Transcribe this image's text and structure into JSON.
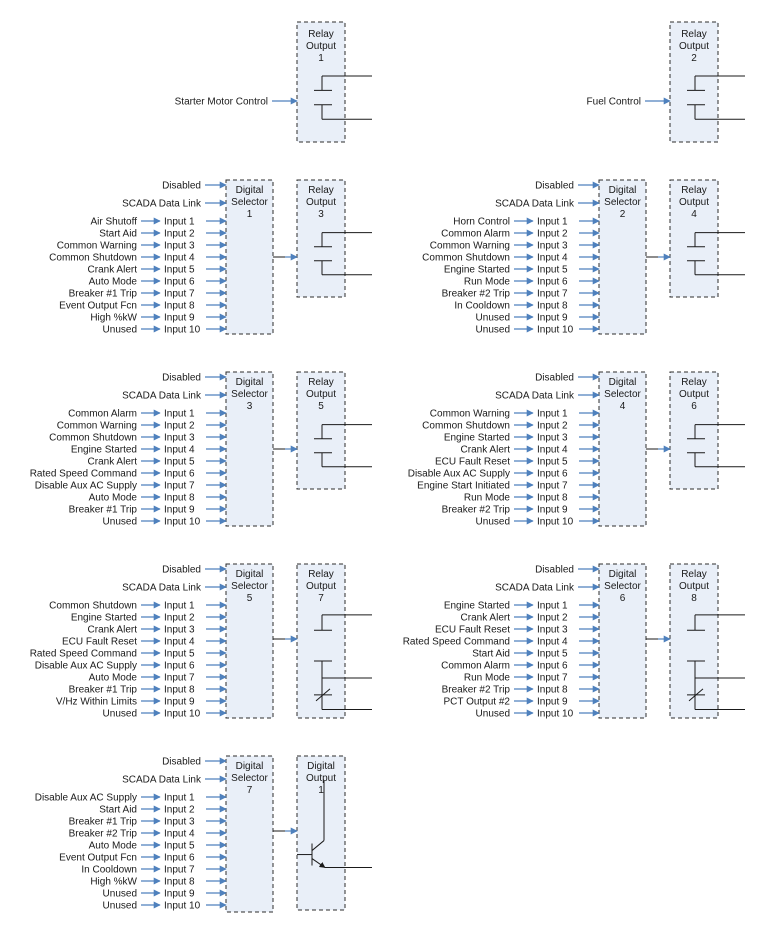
{
  "colors": {
    "arrow": "#4f81bd",
    "box_fill": "#e9eff8",
    "line": "#1a1a1a"
  },
  "relay_output_title": [
    "Relay",
    "Output"
  ],
  "digital_selector_title": [
    "Digital",
    "Selector"
  ],
  "digital_output_title": [
    "Digital",
    "Output"
  ],
  "disabled_label": "Disabled",
  "scada_label": "SCADA Data Link",
  "input_labels": [
    "Input 1",
    "Input 2",
    "Input 3",
    "Input 4",
    "Input 5",
    "Input 6",
    "Input 7",
    "Input 8",
    "Input 9",
    "Input 10"
  ],
  "direct_relays": [
    {
      "source": "Starter Motor Control",
      "relay_number": "1"
    },
    {
      "source": "Fuel Control",
      "relay_number": "2"
    }
  ],
  "selectors": [
    {
      "number": "1",
      "output": {
        "type": "relay",
        "number": "3",
        "contacts": "no"
      },
      "signals": [
        "Air Shutoff",
        "Start Aid",
        "Common Warning",
        "Common Shutdown",
        "Crank Alert",
        "Auto Mode",
        "Breaker #1 Trip",
        "Event Output Fcn",
        "High %kW",
        "Unused"
      ]
    },
    {
      "number": "2",
      "output": {
        "type": "relay",
        "number": "4",
        "contacts": "no"
      },
      "signals": [
        "Horn Control",
        "Common Alarm",
        "Common Warning",
        "Common Shutdown",
        "Engine Started",
        "Run Mode",
        "Breaker #2 Trip",
        "In Cooldown",
        "Unused",
        "Unused"
      ]
    },
    {
      "number": "3",
      "output": {
        "type": "relay",
        "number": "5",
        "contacts": "no"
      },
      "signals": [
        "Common Alarm",
        "Common Warning",
        "Common Shutdown",
        "Engine Started",
        "Crank Alert",
        "Rated Speed Command",
        "Disable Aux AC Supply",
        "Auto Mode",
        "Breaker #1 Trip",
        "Unused"
      ]
    },
    {
      "number": "4",
      "output": {
        "type": "relay",
        "number": "6",
        "contacts": "no"
      },
      "signals": [
        "Common Warning",
        "Common Shutdown",
        "Engine Started",
        "Crank Alert",
        "ECU Fault Reset",
        "Disable Aux AC Supply",
        "Engine Start Initiated",
        "Run Mode",
        "Breaker #2 Trip",
        "Unused"
      ]
    },
    {
      "number": "5",
      "output": {
        "type": "relay",
        "number": "7",
        "contacts": "no-nc"
      },
      "signals": [
        "Common Shutdown",
        "Engine Started",
        "Crank Alert",
        "ECU Fault Reset",
        "Rated Speed Command",
        "Disable Aux AC Supply",
        "Auto Mode",
        "Breaker #1 Trip",
        "V/Hz Within Limits",
        "Unused"
      ]
    },
    {
      "number": "6",
      "output": {
        "type": "relay",
        "number": "8",
        "contacts": "no-nc"
      },
      "signals": [
        "Engine Started",
        "Crank Alert",
        "ECU Fault Reset",
        "Rated Speed Command",
        "Start Aid",
        "Common Alarm",
        "Run Mode",
        "Breaker #2 Trip",
        "PCT Output #2",
        "Unused"
      ]
    },
    {
      "number": "7",
      "output": {
        "type": "digital",
        "number": "1",
        "contacts": "transistor"
      },
      "signals": [
        "Disable Aux AC Supply",
        "Start Aid",
        "Breaker #1 Trip",
        "Breaker #2 Trip",
        "Auto Mode",
        "Event Output Fcn",
        "In Cooldown",
        "High %kW",
        "Unused",
        "Unused"
      ]
    }
  ]
}
